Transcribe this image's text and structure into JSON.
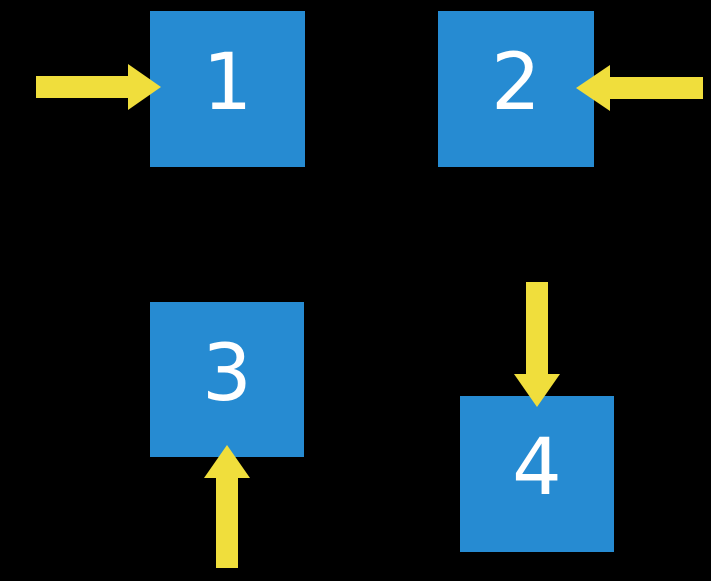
{
  "colors": {
    "background": "#000000",
    "box_fill": "#268BD2",
    "box_text": "#FFFFFF",
    "arrow_fill": "#F0DE3C"
  },
  "boxes": [
    {
      "label": "1",
      "arrow_direction": "right",
      "arrow_position": "left-of-box"
    },
    {
      "label": "2",
      "arrow_direction": "left",
      "arrow_position": "right-of-box"
    },
    {
      "label": "3",
      "arrow_direction": "up",
      "arrow_position": "below-box"
    },
    {
      "label": "4",
      "arrow_direction": "down",
      "arrow_position": "above-box"
    }
  ]
}
